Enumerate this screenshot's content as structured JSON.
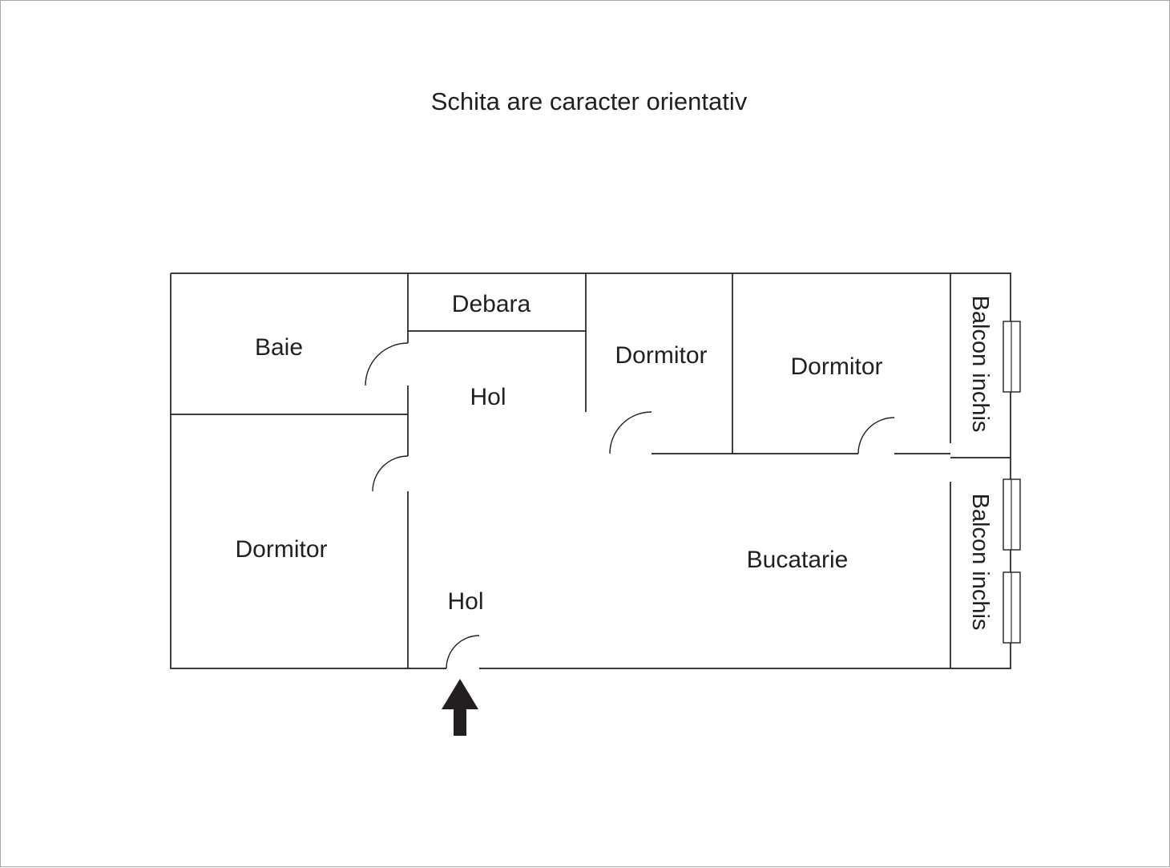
{
  "title": "Schita are caracter orientativ",
  "labels": {
    "baie": "Baie",
    "debara": "Debara",
    "hol_upper": "Hol",
    "dormitor_top_mid": "Dormitor",
    "dormitor_top_right": "Dormitor",
    "balcon_top": "Balcon inchis",
    "dormitor_left": "Dormitor",
    "bucatarie": "Bucatarie",
    "hol_lower": "Hol",
    "balcon_bottom": "Balcon inchis"
  },
  "colors": {
    "line": "#231f20",
    "text": "#231f20",
    "page_border": "#a6a6a6"
  }
}
